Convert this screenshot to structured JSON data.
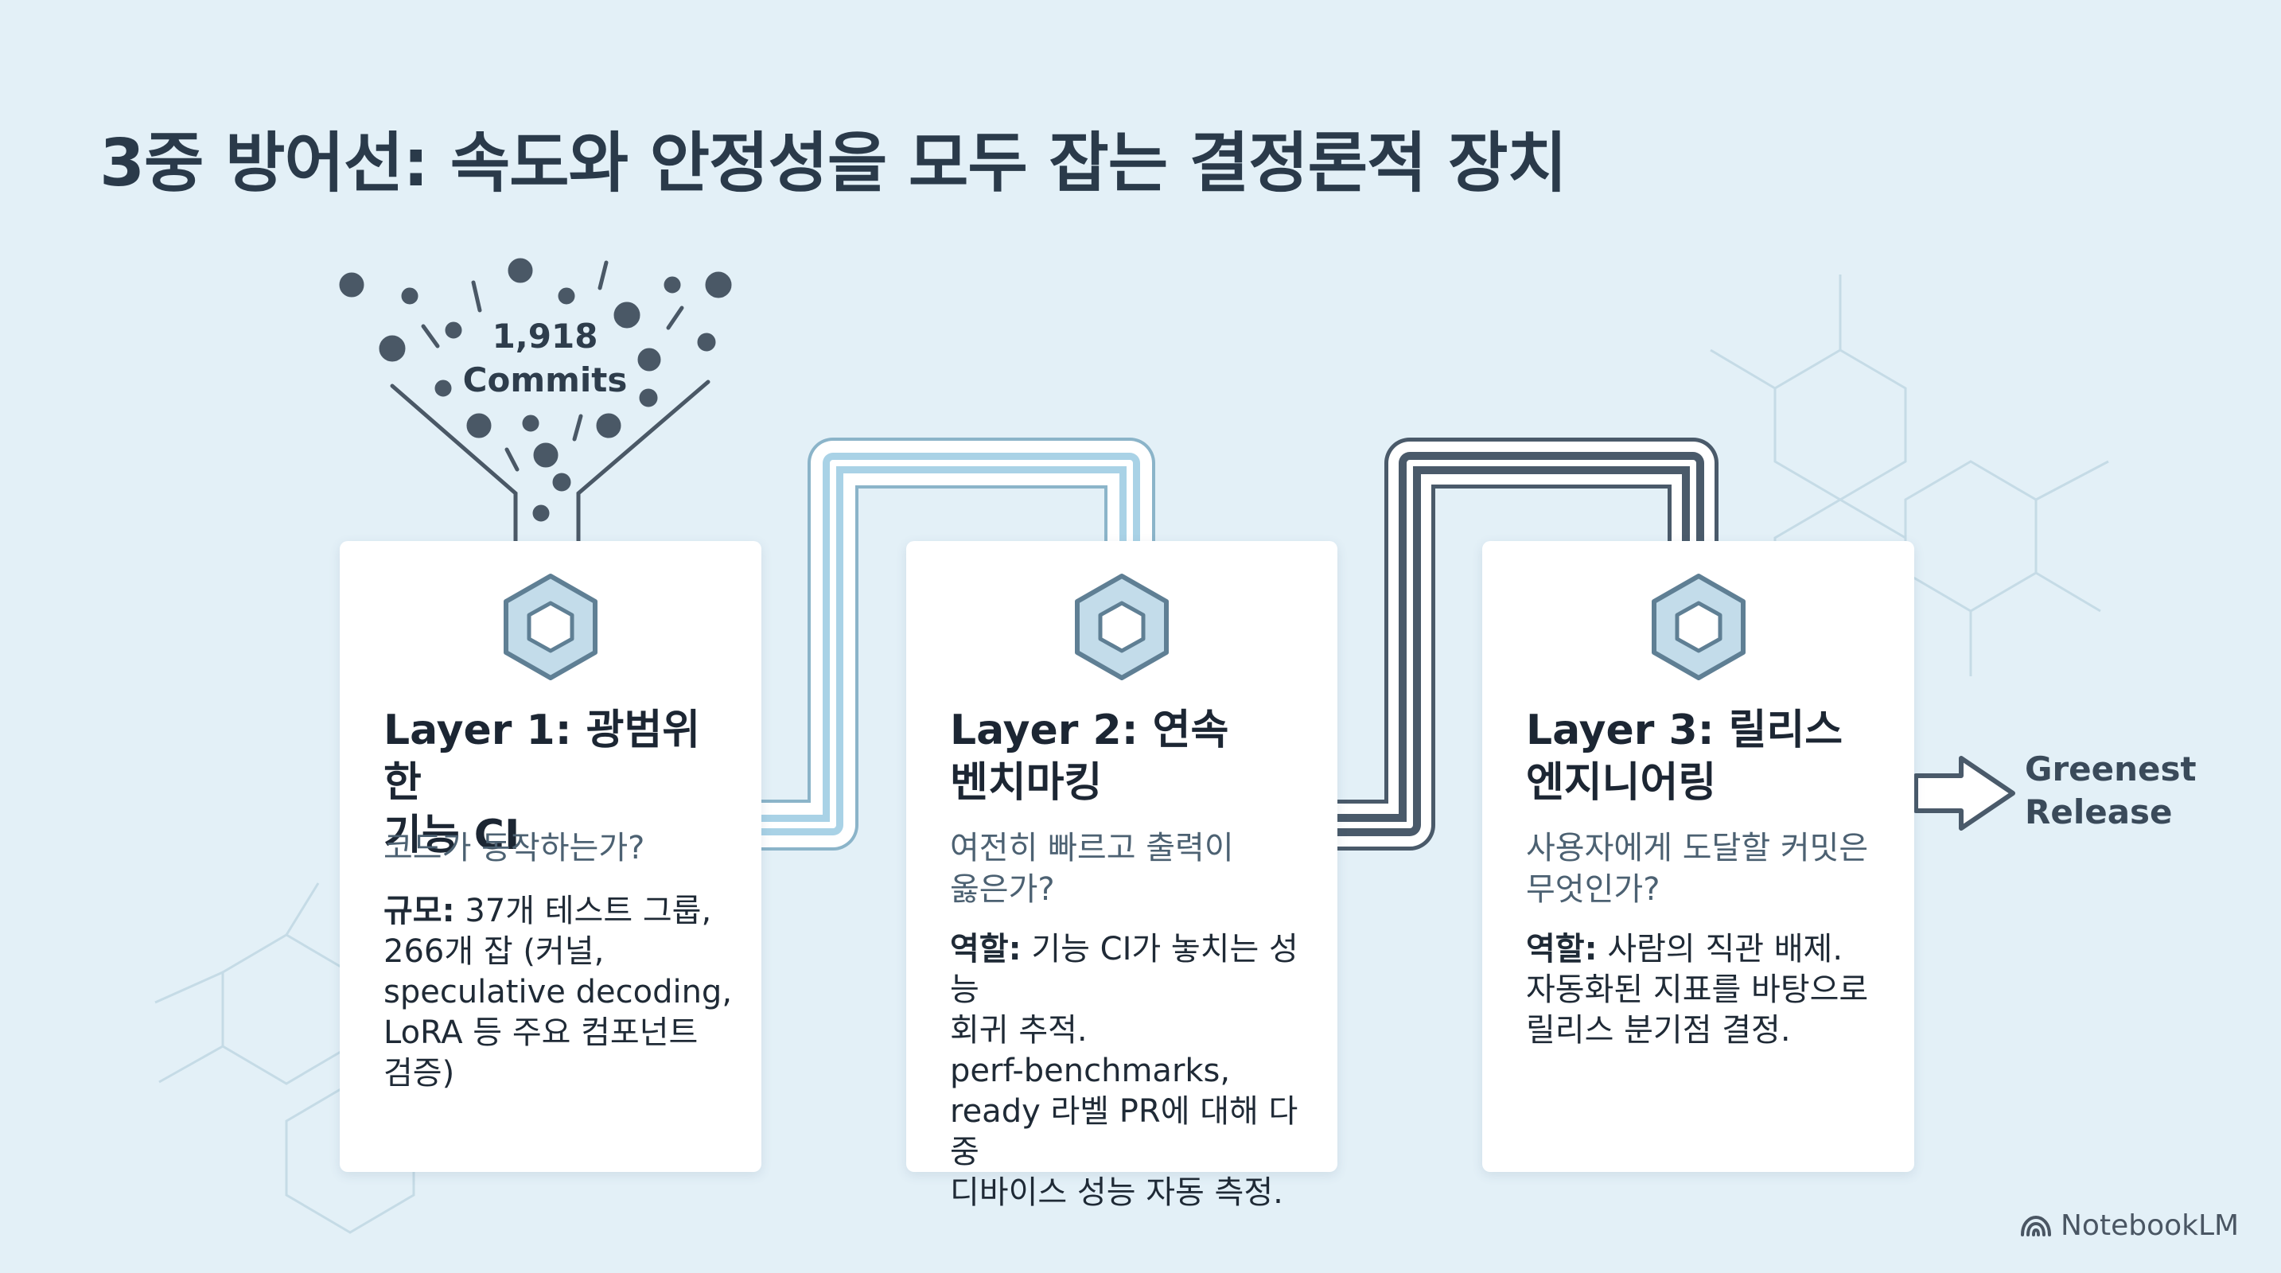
{
  "title": "3중 방어선: 속도와 안정성을 모두 잡는 결정론적 장치",
  "funnel": {
    "line1": "1,918",
    "line2": "Commits"
  },
  "layers": [
    {
      "heading_line1": "Layer 1: 광범위한",
      "heading_line2": "기능 CI",
      "question": "코드가 동작하는가?",
      "body_label": "규모:",
      "body_lines": [
        " 37개 테스트 그룹,",
        "266개 잡 (커널,",
        "speculative decoding,",
        "LoRA 등 주요 컴포넌트",
        "검증)"
      ]
    },
    {
      "heading_line1": "Layer 2: 연속",
      "heading_line2": "벤치마킹",
      "question_line1": "여전히 빠르고 출력이",
      "question_line2": "옳은가?",
      "body_label": "역할:",
      "body_lines": [
        " 기능 CI가 놓치는 성능",
        "회귀 추적.",
        "perf-benchmarks,",
        "ready 라벨 PR에 대해 다중",
        "디바이스 성능 자동 측정."
      ]
    },
    {
      "heading_line1": "Layer 3: 릴리스",
      "heading_line2": "엔지니어링",
      "question_line1": "사용자에게 도달할 커밋은",
      "question_line2": "무엇인가?",
      "body_label": "역할:",
      "body_lines": [
        " 사람의 직관 배제.",
        "자동화된 지표를 바탕으로",
        "릴리스 분기점 결정."
      ]
    }
  ],
  "output": {
    "line1": "Greenest",
    "line2": "Release"
  },
  "brand": "NotebookLM",
  "colors": {
    "background": "#e3f0f7",
    "pipe_light": "#a9d2e6",
    "pipe_dark": "#4a5a6a",
    "hex_fill": "#c3dcea",
    "hex_stroke": "#5f7f94",
    "dots": "#4a5866"
  }
}
